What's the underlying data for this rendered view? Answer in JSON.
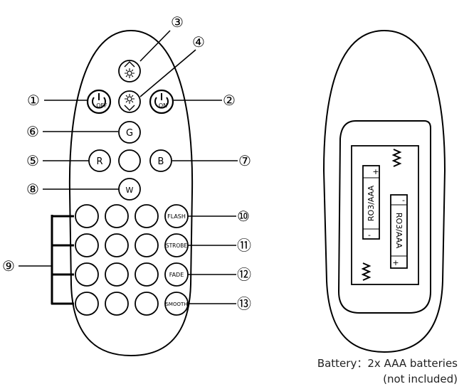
{
  "remote": {
    "buttons": {
      "off_label": "OFF",
      "on_label": "ON",
      "g_label": "G",
      "r_label": "R",
      "b_label": "B",
      "w_label": "W",
      "flash_label": "FLASH",
      "strobe_label": "STROBE",
      "fade_label": "FADE",
      "smooth_label": "SMOOTH"
    },
    "callouts": {
      "c1": "①",
      "c2": "②",
      "c3": "③",
      "c4": "④",
      "c5": "⑤",
      "c6": "⑥",
      "c7": "⑦",
      "c8": "⑧",
      "c9": "⑨",
      "c10": "⑩",
      "c11": "⑪",
      "c12": "⑫",
      "c13": "⑬"
    }
  },
  "battery": {
    "cell_label_top": "RO3/AAA",
    "cell_label_bottom": "RO3/AAA",
    "plus": "+",
    "minus": "-",
    "caption_line1": "Battery：2x AAA batteries",
    "caption_line2": "(not included)"
  }
}
